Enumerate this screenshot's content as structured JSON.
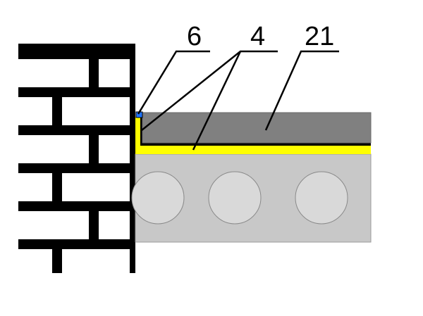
{
  "callouts": {
    "six": "6",
    "four": "4",
    "twentyone": "21"
  },
  "colors": {
    "background": "#ffffff",
    "brick_mortar": "#000000",
    "brick": "#ffffff",
    "screed": "#808080",
    "slab": "#c8c8c8",
    "slab_void": "#d9d9d9",
    "insulation_layer": "#ffff00",
    "membrane_black": "#000000",
    "edge_seal": "#1e73ff",
    "leader_lines": "#000000"
  },
  "icons": {
    "slab_void": "circle"
  }
}
